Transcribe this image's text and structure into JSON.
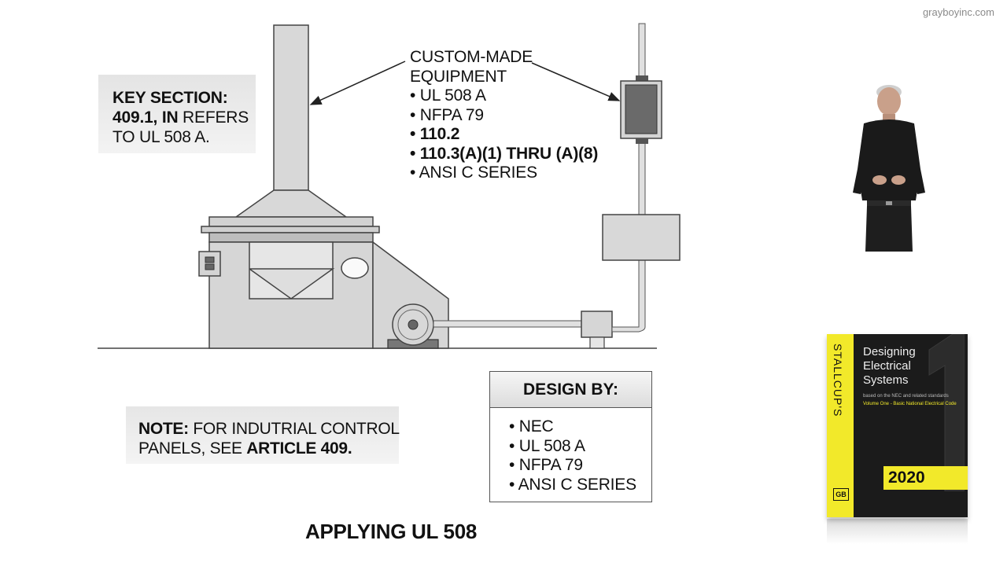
{
  "watermark": "grayboyinc.com",
  "key_section": {
    "line1": "KEY SECTION:",
    "line2_bold": "409.1, IN",
    "line2_rest": " REFERS",
    "line3": "TO UL 508 A."
  },
  "callout": {
    "title1": "CUSTOM-MADE",
    "title2": "EQUIPMENT",
    "items": [
      "• UL 508 A",
      "• NFPA 79",
      "• 110.2",
      "• 110.3(A)(1) THRU (A)(8)",
      "• ANSI C SERIES"
    ]
  },
  "note": {
    "label": "NOTE:",
    "text1": " FOR INDUTRIAL CONTROL",
    "text2": "PANELS, SEE ",
    "article": "ARTICLE 409."
  },
  "design_by": {
    "heading": "DESIGN BY:",
    "items": [
      "• NEC",
      "• UL 508 A",
      "• NFPA 79",
      "• ANSI C SERIES"
    ]
  },
  "caption": "APPLYING UL 508",
  "book": {
    "spine": "STALLCUP'S",
    "title1": "Designing",
    "title2": "Electrical",
    "title3": "Systems",
    "subtitle": "based on the NEC and related standards",
    "volume": "Volume One - Basic National Electrical Code",
    "year": "2020",
    "logo": "GB"
  },
  "colors": {
    "machine_fill": "#d6d6d6",
    "machine_stroke": "#444444",
    "book_yellow": "#f2e92a",
    "book_black": "#1b1b1b"
  }
}
